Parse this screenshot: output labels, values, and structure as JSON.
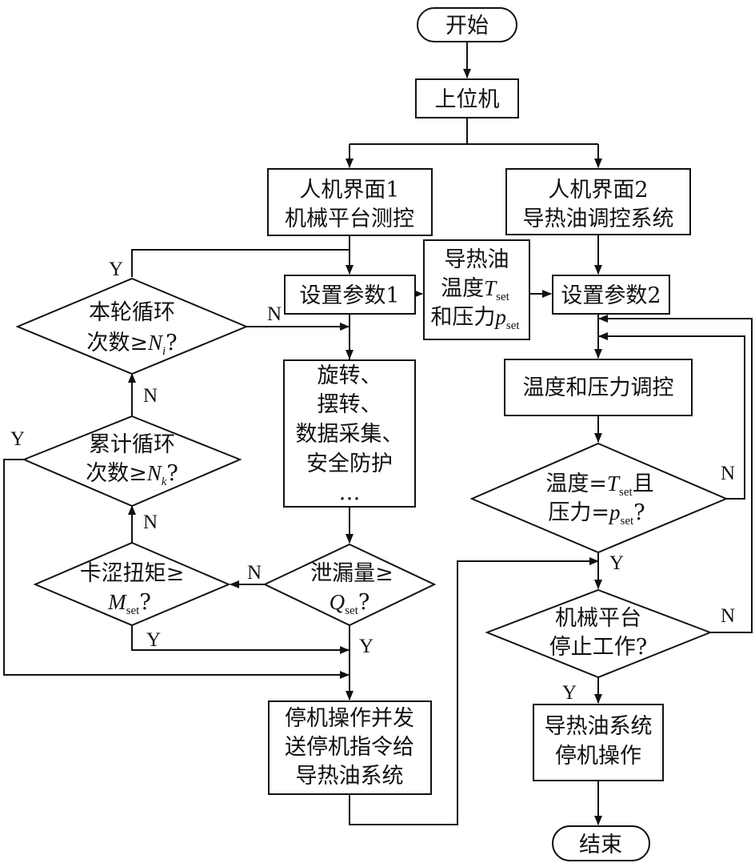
{
  "nodes": {
    "start": "开始",
    "host": "上位机",
    "hmi1_l1": "人机界面1",
    "hmi1_l2": "机械平台测控",
    "hmi2_l1": "人机界面2",
    "hmi2_l2": "导热油调控系统",
    "set1": "设置参数1",
    "set2": "设置参数2",
    "oil_l1": "导热油",
    "oil_l2_pre": "温度",
    "oil_l2_var": "T",
    "oil_l2_sub": "set",
    "oil_l3_pre": "和压力",
    "oil_l3_var": "p",
    "oil_l3_sub": "set",
    "ops_l1": "旋转、",
    "ops_l2": "摆转、",
    "ops_l3": "数据采集、",
    "ops_l4": "安全防护",
    "ops_l5": "…",
    "loop_l1": "本轮循环",
    "loop_l2_pre": "次数≥",
    "loop_l2_var": "N",
    "loop_l2_sub": "i",
    "loop_l2_post": "?",
    "cum_l1": "累计循环",
    "cum_l2_pre": "次数≥",
    "cum_l2_var": "N",
    "cum_l2_sub": "k",
    "cum_l2_post": "?",
    "torque_l1": "卡涩扭矩≥",
    "torque_l2_var": "M",
    "torque_l2_sub": "set",
    "torque_l2_post": "?",
    "leak_l1": "泄漏量≥",
    "leak_l2_var": "Q",
    "leak_l2_sub": "set",
    "leak_l2_post": "?",
    "stop_l1": "停机操作并发",
    "stop_l2": "送停机指令给",
    "stop_l3": "导热油系统",
    "tpc": "温度和压力调控",
    "cond_l1_pre": "温度=",
    "cond_l1_var": "T",
    "cond_l1_sub": "set",
    "cond_l1_post": "且",
    "cond_l2_pre": "压力=",
    "cond_l2_var": "p",
    "cond_l2_sub": "set",
    "cond_l2_post": "?",
    "mstop_l1": "机械平台",
    "mstop_l2": "停止工作?",
    "oilstop_l1": "导热油系统",
    "oilstop_l2": "停机操作",
    "end": "结束"
  },
  "labels": {
    "yes": "Y",
    "no": "N"
  }
}
